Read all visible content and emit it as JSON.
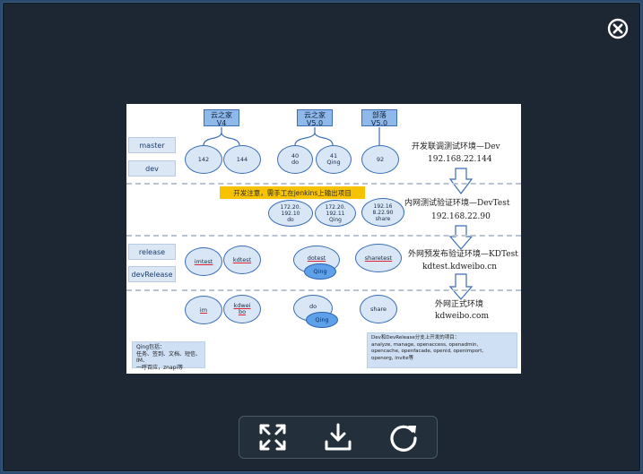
{
  "viewer": {
    "close_icon": "close-circle-icon",
    "toolbar": {
      "fullscreen_icon": "fullscreen-icon",
      "download_icon": "download-icon",
      "rotate_icon": "rotate-icon"
    }
  },
  "diagram": {
    "top_boxes": [
      {
        "line1": "云之家",
        "line2": "V4"
      },
      {
        "line1": "云之家",
        "line2": "V5.0"
      },
      {
        "line1": "部落",
        "line2": "V5.0"
      }
    ],
    "side_labels": [
      "master",
      "dev",
      "release",
      "devRelease"
    ],
    "row1_nodes": [
      "142",
      "144",
      "40\ndo",
      "41\nQing",
      "92"
    ],
    "row2_nodes": [
      "172.20.\n192.10\ndo",
      "172.20.\n192.11\nQing",
      "192.16\n8.22.90\nshare"
    ],
    "row3_nodes": [
      "imtest",
      "kdtest",
      "dotest",
      "Qing",
      "sharetest"
    ],
    "row4_nodes": [
      "im",
      "kdwei\nbo",
      "do",
      "Qing",
      "share"
    ],
    "note": "开发注意，需手工在jenkins上输出项目",
    "envs": [
      {
        "name": "开发联调测试环境—Dev",
        "addr": "192.168.22.144"
      },
      {
        "name": "内网测试验证环境—DevTest",
        "addr": "192.168.22.90"
      },
      {
        "name": "外网预发布验证环境—KDTest",
        "addr": "kdtest.kdweibo.cn"
      },
      {
        "name": "外网正式环境",
        "addr": "kdweibo.com"
      }
    ],
    "qing_box": "Qing包括：\n任务、签到、文档、短信、IM、\n一呼百应，znapi等",
    "projects_box": "Dev和DevRelease分支上开发的项目：\nanalyze, manage, openaccess, openadmin,\nopencache, openfacade, openid, openimport,\nopenorg, invite等"
  }
}
